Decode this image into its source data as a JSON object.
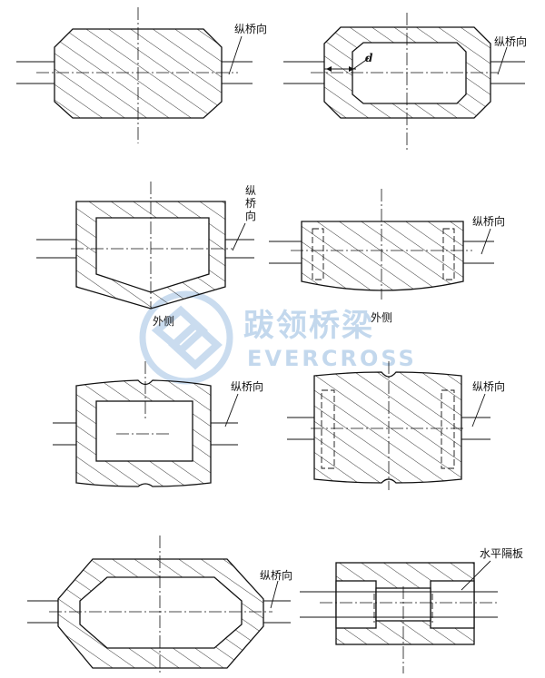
{
  "labels": {
    "longitudinal": "纵桥向",
    "longitudinal_v1": "纵",
    "longitudinal_v2": "桥",
    "longitudinal_v3": "向",
    "outside": "外侧",
    "horizontal_diaphragm": "水平隔板",
    "dim_d": "d"
  },
  "watermark": {
    "cn": "跋领桥梁",
    "en": "EVERCROSS",
    "color": "#b9d2ea"
  }
}
